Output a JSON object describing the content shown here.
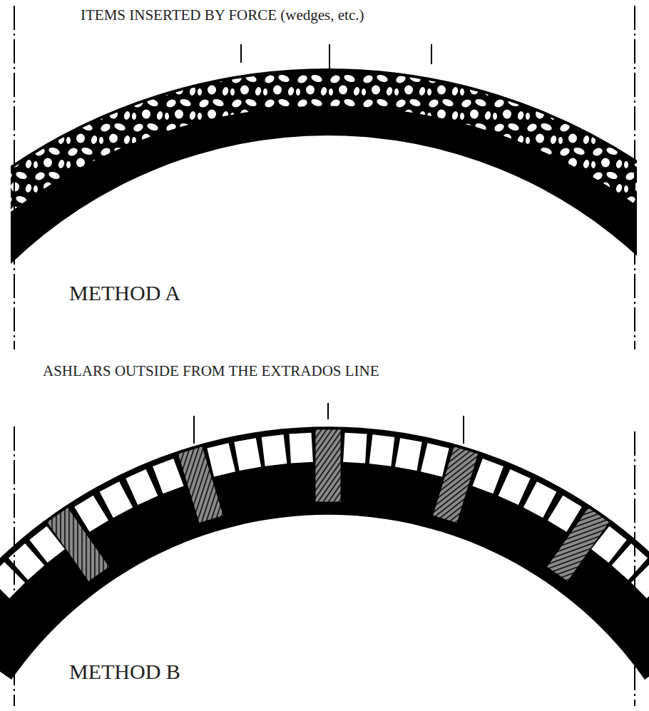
{
  "diagram": {
    "labels": [
      "ITEMS INSERTED BY FORCE (wedges, etc.)",
      "METHOD A",
      "ASHLARS OUTSIDE FROM THE EXTRADOS LINE",
      "METHOD B"
    ]
  }
}
